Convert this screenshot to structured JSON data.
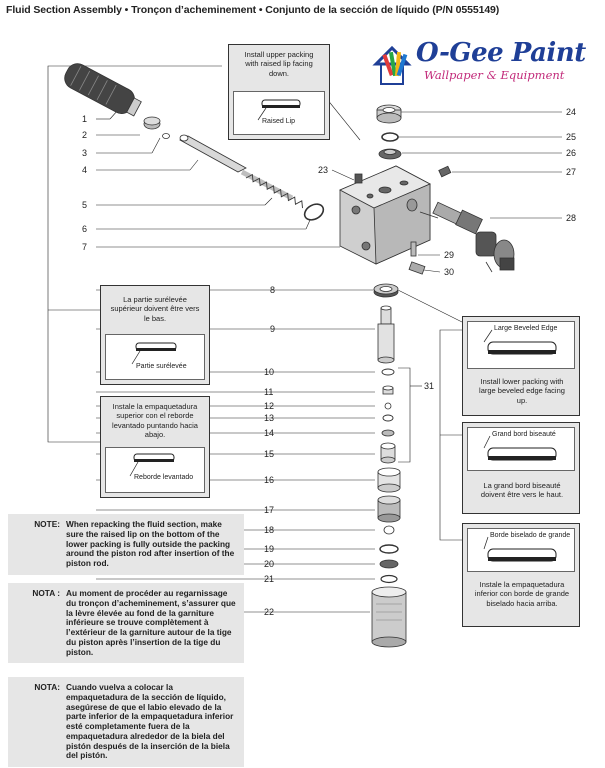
{
  "title": "Fluid Section Assembly • Tronçon d’acheminement  • Conjunto de la sección de líquido (P/N 0555149)",
  "logo": {
    "name": "O-Gee Paint",
    "tagline": "Wallpaper & Equipment"
  },
  "callouts": [
    "1",
    "2",
    "3",
    "4",
    "5",
    "6",
    "7",
    "8",
    "9",
    "10",
    "11",
    "12",
    "13",
    "14",
    "15",
    "16",
    "17",
    "18",
    "19",
    "20",
    "21",
    "22",
    "23",
    "24",
    "25",
    "26",
    "27",
    "28",
    "29",
    "30",
    "31"
  ],
  "boxes": {
    "upper_en": {
      "text": "Install upper packing with raised lip facing down.",
      "label": "Raised Lip"
    },
    "upper_fr": {
      "text": "La partie surélevée supérieur doivent être vers le bas.",
      "label": "Partie surélevée"
    },
    "upper_es": {
      "text": "Instale la empaquetadura superior con el reborde levantado puntando hacia abajo.",
      "label": "Reborde levantado"
    },
    "lower_en": {
      "text": "Install lower packing with large beveled edge facing up.",
      "label": "Large Beveled Edge"
    },
    "lower_fr": {
      "text": "La grand bord biseauté doivent être vers le haut.",
      "label": "Grand bord biseauté"
    },
    "lower_es": {
      "text": "Instale la empaquetadura inferior con borde de grande biselado hacia arriba.",
      "label": "Borde biselado de grande"
    }
  },
  "notes": [
    {
      "label": "NOTE:",
      "text": "When repacking the fluid section, make sure the raised lip on the bottom of the lower packing is fully outside the packing around the piston rod after insertion of the piston rod."
    },
    {
      "label": "NOTA :",
      "text": "Au moment de procéder au regarnissage du tronçon d’acheminement, s’assurer que la lèvre élevée au fond de la garniture inférieure se trouve complètement à l’extérieur de la garniture autour de la tige du piston après l’insertion de la tige du piston."
    },
    {
      "label": "NOTA:",
      "text": "Cuando vuelva a colocar la empaquetadura de la sección de líquido, asegúrese de que el labio elevado de la parte inferior de la empaquetadura inferior esté completamente fuera de la empaquetadura alrededor de la biela del pistón después de la inserción de la biela del pistón."
    }
  ]
}
